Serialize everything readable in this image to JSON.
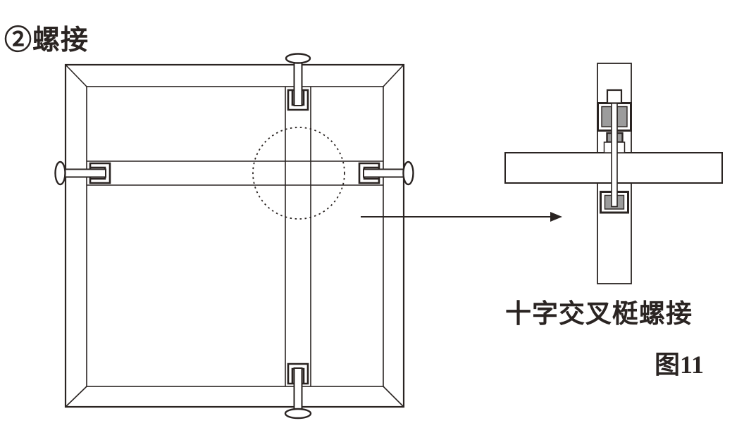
{
  "title": "②螺接",
  "detail_caption": "十字交叉梃螺接",
  "figure_label": "图11",
  "colors": {
    "ink": "#2a2422",
    "gray": "#9c9c9c",
    "paper": "#ffffff"
  }
}
